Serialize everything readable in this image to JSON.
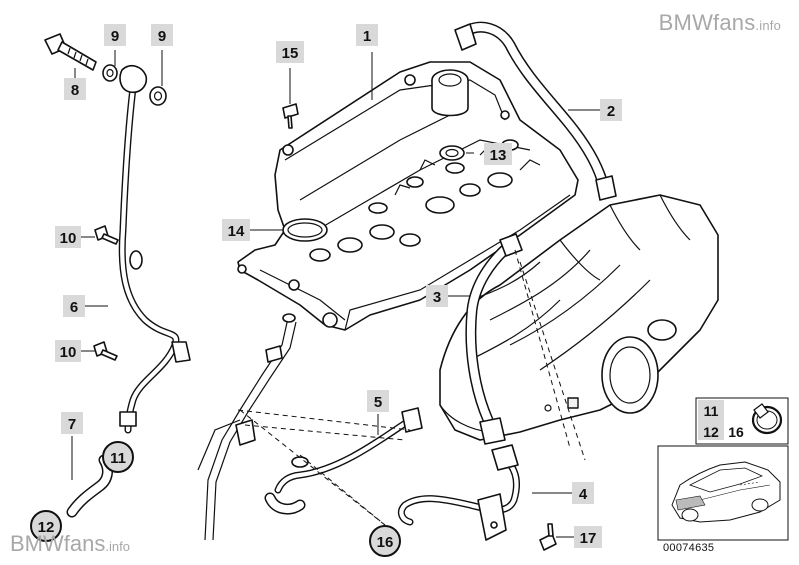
{
  "watermark": {
    "brand": "BMWfans",
    "suffix": ".info"
  },
  "drawing_number": "00074635",
  "callouts": {
    "c1": "1",
    "c2": "2",
    "c3": "3",
    "c4": "4",
    "c5": "5",
    "c6": "6",
    "c7": "7",
    "c8": "8",
    "c9a": "9",
    "c9b": "9",
    "c10a": "10",
    "c10b": "10",
    "c11": "11",
    "c12": "12",
    "c13": "13",
    "c14": "14",
    "c15": "15",
    "c16": "16",
    "c17": "17",
    "inset_11": "11",
    "inset_12": "12",
    "inset_16": "16"
  },
  "colors": {
    "label_fill": "#d9d9d9",
    "line": "#111111",
    "watermark": "#a8a8a8"
  }
}
